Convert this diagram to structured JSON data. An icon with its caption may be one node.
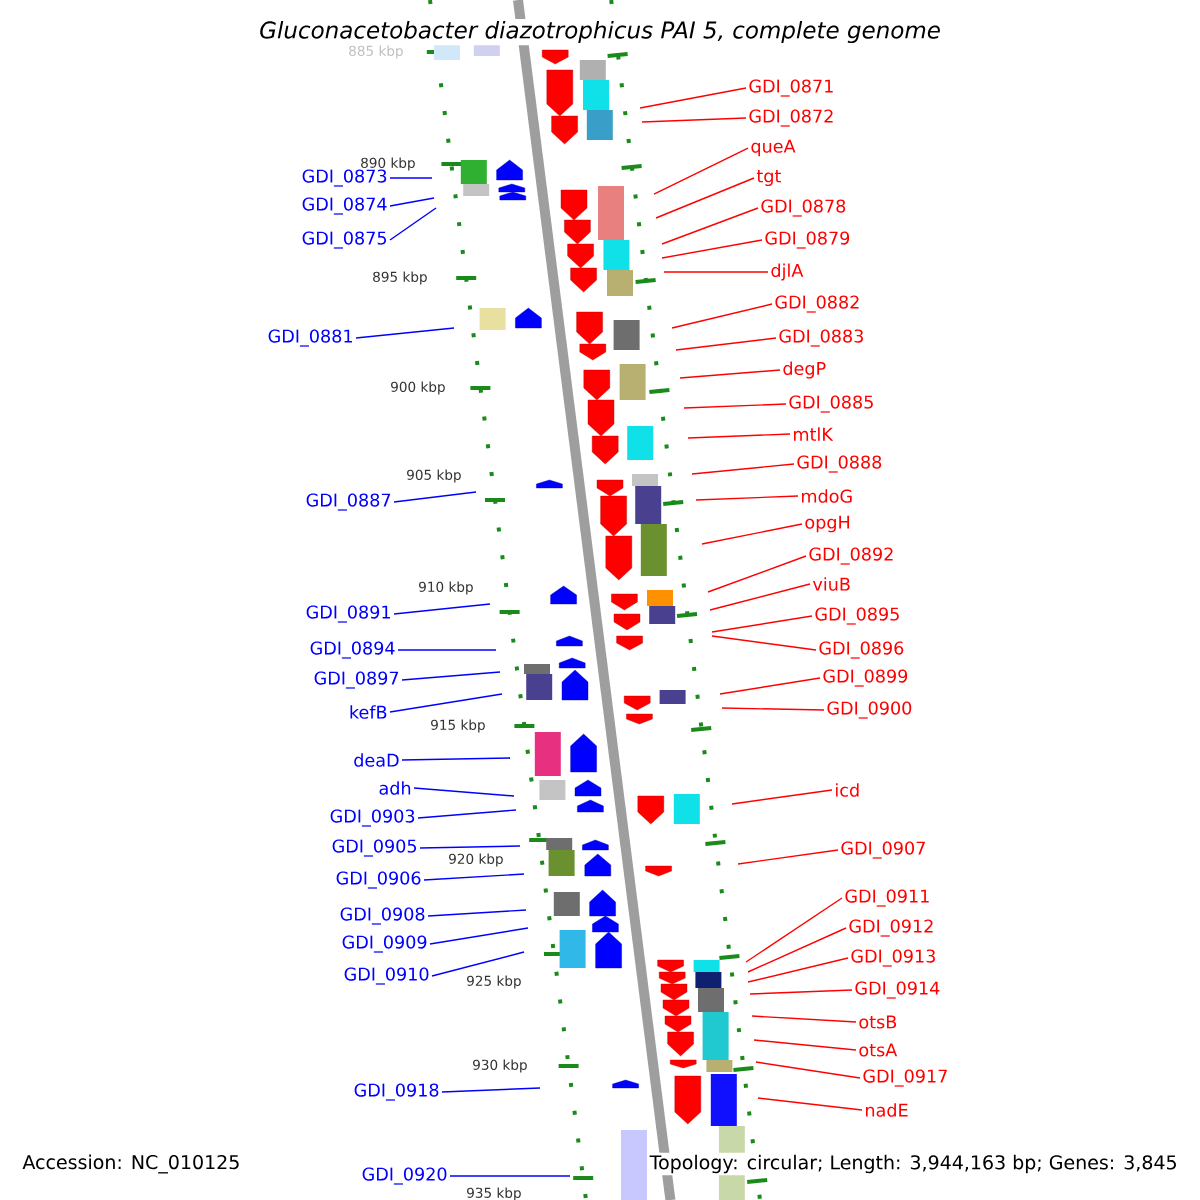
{
  "diagram": {
    "title": "Gluconacetobacter diazotrophicus PAI 5, complete genome",
    "nodes": [
      {
        "text": [
          "GDI_0873"
        ]
      },
      {
        "text": [
          "GDI_0874"
        ]
      },
      {
        "text": [
          "GDI_0875"
        ]
      },
      {
        "text": [
          "GDI_0881"
        ]
      },
      {
        "text": [
          "GDI_0887"
        ]
      },
      {
        "text": [
          "GDI_0891"
        ]
      },
      {
        "text": [
          "GDI_0894"
        ]
      },
      {
        "text": [
          "GDI_0897"
        ]
      },
      {
        "text": [
          "kefB"
        ]
      },
      {
        "text": [
          "deaD"
        ]
      },
      {
        "text": [
          "adh"
        ]
      },
      {
        "text": [
          "GDI_0903"
        ]
      },
      {
        "text": [
          "GDI_0905"
        ]
      },
      {
        "text": [
          "GDI_0906"
        ]
      },
      {
        "text": [
          "GDI_0908"
        ]
      },
      {
        "text": [
          "GDI_0909"
        ]
      },
      {
        "text": [
          "GDI_0910"
        ]
      },
      {
        "text": [
          "GDI_0918"
        ]
      },
      {
        "text": [
          "GDI_0920"
        ]
      },
      {
        "text": [
          "GDI_0871"
        ]
      },
      {
        "text": [
          "GDI_0872"
        ]
      },
      {
        "text": [
          "queA"
        ]
      },
      {
        "text": [
          "tgt"
        ]
      },
      {
        "text": [
          "GDI_0878"
        ]
      },
      {
        "text": [
          "GDI_0879"
        ]
      },
      {
        "text": [
          "djlA"
        ]
      },
      {
        "text": [
          "GDI_0882"
        ]
      },
      {
        "text": [
          "GDI_0883"
        ]
      },
      {
        "text": [
          "degP"
        ]
      },
      {
        "text": [
          "GDI_0885"
        ]
      },
      {
        "text": [
          "mtlK"
        ]
      },
      {
        "text": [
          "GDI_0888"
        ]
      },
      {
        "text": [
          "mdoG"
        ]
      },
      {
        "text": [
          "opgH"
        ]
      },
      {
        "text": [
          "GDI_0892"
        ]
      },
      {
        "text": [
          "viuB"
        ]
      },
      {
        "text": [
          "GDI_0895"
        ]
      },
      {
        "text": [
          "GDI_0896"
        ]
      },
      {
        "text": [
          "GDI_0899"
        ]
      },
      {
        "text": [
          "GDI_0900"
        ]
      },
      {
        "text": [
          "icd"
        ]
      },
      {
        "text": [
          "GDI_0907"
        ]
      },
      {
        "text": [
          "GDI_0911"
        ]
      },
      {
        "text": [
          "GDI_0912"
        ]
      },
      {
        "text": [
          "GDI_0913"
        ]
      },
      {
        "text": [
          "GDI_0914"
        ]
      },
      {
        "text": [
          "otsB"
        ]
      },
      {
        "text": [
          "otsA"
        ]
      },
      {
        "text": [
          "GDI_0917"
        ]
      },
      {
        "text": [
          "nadE"
        ]
      }
    ],
    "edges": [
      {
        "from": 0,
        "to": null,
        "arrow": "none",
        "color": "#0000ff"
      },
      {
        "from": 1,
        "to": null,
        "arrow": "none",
        "color": "#0000ff"
      },
      {
        "from": 2,
        "to": null,
        "arrow": "none",
        "color": "#0000ff"
      },
      {
        "from": 3,
        "to": null,
        "arrow": "none",
        "color": "#0000ff"
      },
      {
        "from": 4,
        "to": null,
        "arrow": "none",
        "color": "#0000ff"
      },
      {
        "from": 5,
        "to": null,
        "arrow": "none",
        "color": "#0000ff"
      },
      {
        "from": 6,
        "to": null,
        "arrow": "none",
        "color": "#0000ff"
      },
      {
        "from": 7,
        "to": null,
        "arrow": "none",
        "color": "#0000ff"
      },
      {
        "from": 8,
        "to": null,
        "arrow": "none",
        "color": "#0000ff"
      },
      {
        "from": 9,
        "to": null,
        "arrow": "none",
        "color": "#0000ff"
      },
      {
        "from": 10,
        "to": null,
        "arrow": "none",
        "color": "#0000ff"
      },
      {
        "from": 11,
        "to": null,
        "arrow": "none",
        "color": "#0000ff"
      },
      {
        "from": 12,
        "to": null,
        "arrow": "none",
        "color": "#0000ff"
      },
      {
        "from": 13,
        "to": null,
        "arrow": "none",
        "color": "#0000ff"
      },
      {
        "from": 14,
        "to": null,
        "arrow": "none",
        "color": "#0000ff"
      },
      {
        "from": 15,
        "to": null,
        "arrow": "none",
        "color": "#0000ff"
      },
      {
        "from": 16,
        "to": null,
        "arrow": "none",
        "color": "#0000ff"
      },
      {
        "from": 17,
        "to": null,
        "arrow": "none",
        "color": "#0000ff"
      },
      {
        "from": 18,
        "to": null,
        "arrow": "none",
        "color": "#0000ff"
      },
      {
        "from": 19,
        "to": null,
        "arrow": "none"
      },
      {
        "from": 20,
        "to": null,
        "arrow": "none"
      },
      {
        "from": 21,
        "to": null,
        "arrow": "none"
      },
      {
        "from": 22,
        "to": null,
        "arrow": "none"
      },
      {
        "from": 23,
        "to": null,
        "arrow": "none"
      },
      {
        "from": 24,
        "to": null,
        "arrow": "none"
      },
      {
        "from": 25,
        "to": null,
        "arrow": "none"
      },
      {
        "from": 26,
        "to": null,
        "arrow": "none"
      },
      {
        "from": 27,
        "to": null,
        "arrow": "none"
      },
      {
        "from": 28,
        "to": null,
        "arrow": "none"
      },
      {
        "from": 29,
        "to": null,
        "arrow": "none"
      },
      {
        "from": 30,
        "to": null,
        "arrow": "none"
      },
      {
        "from": 31,
        "to": null,
        "arrow": "none"
      },
      {
        "from": 32,
        "to": null,
        "arrow": "none"
      },
      {
        "from": 33,
        "to": null,
        "arrow": "none"
      },
      {
        "from": 34,
        "to": null,
        "arrow": "none"
      },
      {
        "from": 35,
        "to": null,
        "arrow": "none"
      },
      {
        "from": 36,
        "to": null,
        "arrow": "none"
      },
      {
        "from": 37,
        "to": null,
        "arrow": "none"
      },
      {
        "from": 38,
        "to": null,
        "arrow": "none"
      },
      {
        "from": 39,
        "to": null,
        "arrow": "none"
      },
      {
        "from": 40,
        "to": null,
        "arrow": "none"
      },
      {
        "from": 41,
        "to": null,
        "arrow": "none"
      },
      {
        "from": 42,
        "to": null,
        "arrow": "none"
      },
      {
        "from": 43,
        "to": null,
        "arrow": "none"
      },
      {
        "from": 44,
        "to": null,
        "arrow": "none"
      },
      {
        "from": 45,
        "to": null,
        "arrow": "none"
      },
      {
        "from": 46,
        "to": null,
        "arrow": "none"
      },
      {
        "from": 47,
        "to": null,
        "arrow": "none"
      },
      {
        "from": 48,
        "to": null,
        "arrow": "none"
      },
      {
        "from": 49,
        "to": null,
        "arrow": "none"
      }
    ],
    "labels": [
      "885 kbp",
      "890 kbp",
      "895 kbp",
      "900 kbp",
      "905 kbp",
      "910 kbp",
      "915 kbp",
      "920 kbp",
      "925 kbp",
      "930 kbp",
      "Accession: NC_010125",
      "935 kbp",
      "Topology: circular; Length: 3,944,163 bp; Genes: 3,845"
    ]
  }
}
